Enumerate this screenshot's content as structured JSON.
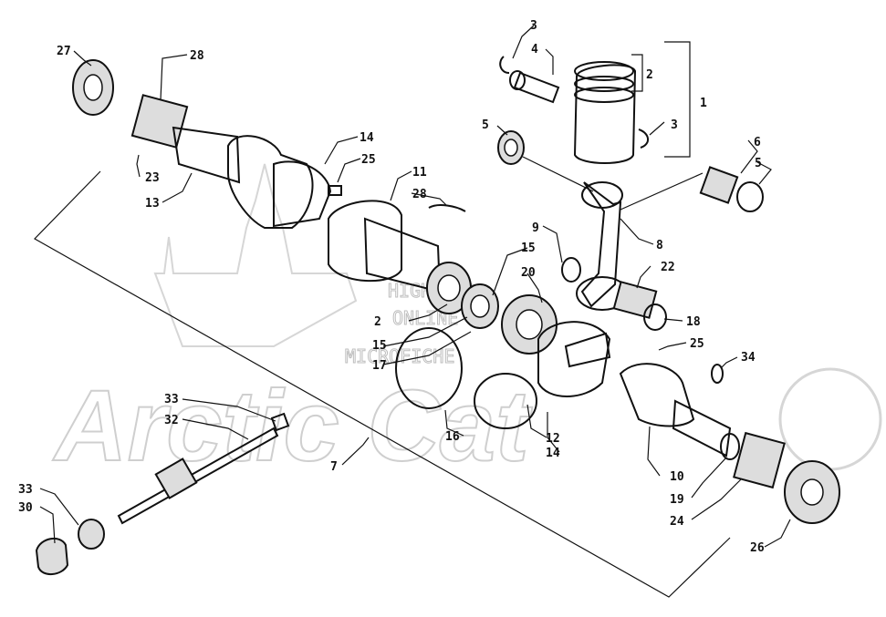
{
  "watermark": {
    "brand": "Arctic Cat",
    "line1": "HIGHLAND",
    "line2": "ONLINE",
    "line3": "MICROFICHE"
  },
  "labels": [
    {
      "id": "l1",
      "text": "1"
    },
    {
      "id": "l2a",
      "text": "2"
    },
    {
      "id": "l3a",
      "text": "3"
    },
    {
      "id": "l4",
      "text": "4"
    },
    {
      "id": "l3b",
      "text": "3"
    },
    {
      "id": "l5a",
      "text": "5"
    },
    {
      "id": "l6",
      "text": "6"
    },
    {
      "id": "l5b",
      "text": "5"
    },
    {
      "id": "l27",
      "text": "27"
    },
    {
      "id": "l28a",
      "text": "28"
    },
    {
      "id": "l14a",
      "text": "14"
    },
    {
      "id": "l25a",
      "text": "25"
    },
    {
      "id": "l23",
      "text": "23"
    },
    {
      "id": "l13",
      "text": "13"
    },
    {
      "id": "l11",
      "text": "11"
    },
    {
      "id": "l28b",
      "text": "28"
    },
    {
      "id": "l9",
      "text": "9"
    },
    {
      "id": "l15a",
      "text": "15"
    },
    {
      "id": "l8",
      "text": "8"
    },
    {
      "id": "l20",
      "text": "20"
    },
    {
      "id": "l22",
      "text": "22"
    },
    {
      "id": "l2b",
      "text": "2"
    },
    {
      "id": "l18",
      "text": "18"
    },
    {
      "id": "l15b",
      "text": "15"
    },
    {
      "id": "l17",
      "text": "17"
    },
    {
      "id": "l25b",
      "text": "25"
    },
    {
      "id": "l34",
      "text": "34"
    },
    {
      "id": "l33a",
      "text": "33"
    },
    {
      "id": "l32",
      "text": "32"
    },
    {
      "id": "l16",
      "text": "16"
    },
    {
      "id": "l12",
      "text": "12"
    },
    {
      "id": "l14b",
      "text": "14"
    },
    {
      "id": "l7",
      "text": "7"
    },
    {
      "id": "l10",
      "text": "10"
    },
    {
      "id": "l19",
      "text": "19"
    },
    {
      "id": "l24",
      "text": "24"
    },
    {
      "id": "l33b",
      "text": "33"
    },
    {
      "id": "l30",
      "text": "30"
    },
    {
      "id": "l26",
      "text": "26"
    }
  ]
}
